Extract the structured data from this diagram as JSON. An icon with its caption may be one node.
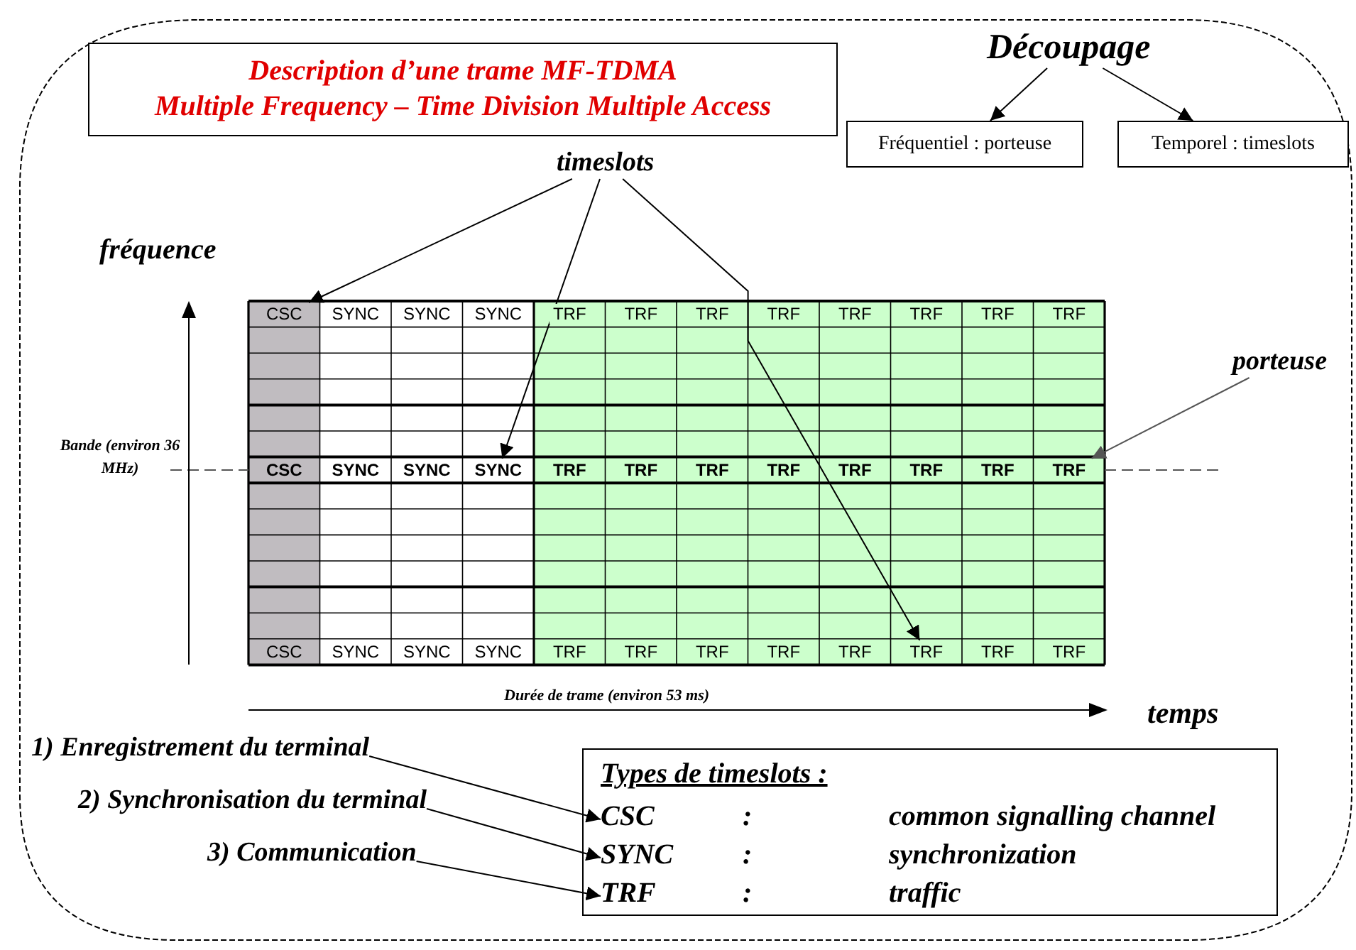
{
  "diagram": {
    "nodes": [
      {
        "text": [
          "Description d’une trame MF-TDMA",
          "Multiple Frequency – Time Division Multiple Access"
        ]
      },
      {
        "text": [
          "Découpage"
        ]
      },
      {
        "text": [
          "Fréquentiel : porteuse"
        ]
      },
      {
        "text": [
          "Temporel : timeslots"
        ]
      },
      {
        "text": [
          "timeslots"
        ]
      },
      {
        "text": [
          "porteuse"
        ]
      },
      {
        "text": [
          "CSC"
        ]
      },
      {
        "text": [
          "SYNC"
        ]
      },
      {
        "text": [
          "SYNC"
        ]
      },
      {
        "text": [
          "SYNC"
        ]
      },
      {
        "text": [
          "TRF"
        ]
      },
      {
        "text": [
          "TRF"
        ]
      },
      {
        "text": [
          "TRF"
        ]
      },
      {
        "text": [
          "TRF"
        ]
      },
      {
        "text": [
          "TRF"
        ]
      },
      {
        "text": [
          "TRF"
        ]
      },
      {
        "text": [
          "TRF"
        ]
      },
      {
        "text": [
          "TRF"
        ]
      },
      {
        "text": [
          "CSC"
        ]
      },
      {
        "text": [
          "SYNC"
        ]
      },
      {
        "text": [
          "SYNC"
        ]
      },
      {
        "text": [
          "SYNC"
        ]
      },
      {
        "text": [
          "TRF"
        ]
      },
      {
        "text": [
          "TRF"
        ]
      },
      {
        "text": [
          "TRF"
        ]
      },
      {
        "text": [
          "TRF"
        ]
      },
      {
        "text": [
          "TRF"
        ]
      },
      {
        "text": [
          "TRF"
        ]
      },
      {
        "text": [
          "TRF"
        ]
      },
      {
        "text": [
          "TRF"
        ]
      },
      {
        "text": [
          "CSC"
        ]
      },
      {
        "text": [
          "SYNC"
        ]
      },
      {
        "text": [
          "SYNC"
        ]
      },
      {
        "text": [
          "SYNC"
        ]
      },
      {
        "text": [
          "TRF"
        ]
      },
      {
        "text": [
          "TRF"
        ]
      },
      {
        "text": [
          "TRF"
        ]
      },
      {
        "text": [
          "TRF"
        ]
      },
      {
        "text": [
          "TRF"
        ]
      },
      {
        "text": [
          "TRF"
        ]
      },
      {
        "text": [
          "TRF"
        ]
      },
      {
        "text": [
          "TRF"
        ]
      },
      {
        "text": [
          "1) Enregistrement du terminal"
        ]
      },
      {
        "text": [
          "2) Synchronisation du terminal"
        ]
      },
      {
        "text": [
          "3) Communication"
        ]
      },
      {
        "text": [
          "Types de timeslots :"
        ]
      },
      {
        "text": [
          "CSC",
          ":",
          "common signalling channel"
        ],
        "in": 45
      },
      {
        "text": [
          "SYNC",
          ":",
          "synchronization"
        ],
        "in": 45
      },
      {
        "text": [
          "TRF",
          ":",
          "traffic"
        ],
        "in": 45
      }
    ],
    "edges": [
      {
        "from": 1,
        "to": 2,
        "arrow": "to"
      },
      {
        "from": 1,
        "to": 3,
        "arrow": "to"
      },
      {
        "from": 4,
        "to": 6,
        "arrow": "to"
      },
      {
        "from": 4,
        "to": 21,
        "arrow": "to"
      },
      {
        "from": 4,
        "to": 39,
        "arrow": "to"
      },
      {
        "from": 5,
        "to": 29,
        "arrow": "to",
        "color": "#555555"
      },
      {
        "from": 42,
        "to": 46,
        "arrow": "to"
      },
      {
        "from": 43,
        "to": 47,
        "arrow": "to"
      },
      {
        "from": 44,
        "to": 48,
        "arrow": "to"
      }
    ],
    "labels": [
      "fréquence",
      "Bande (environ 36 MHz)",
      "Durée de trame (environ 53 ms)",
      "temps"
    ]
  }
}
